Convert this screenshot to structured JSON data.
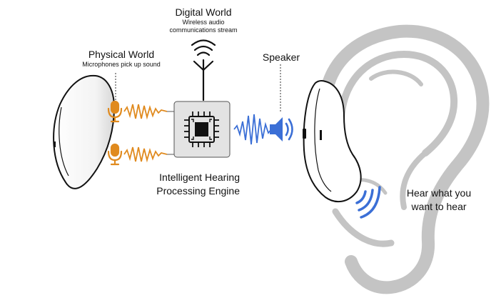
{
  "digital": {
    "title": "Digital World",
    "line1": "Wireless audio",
    "line2": "communications stream"
  },
  "physical": {
    "title": "Physical World",
    "subtitle": "Microphones pick up sound"
  },
  "speaker": {
    "label": "Speaker"
  },
  "engine": {
    "line1": "Intelligent Hearing",
    "line2": "Processing Engine"
  },
  "hear": {
    "line1": "Hear what you",
    "line2": "want to hear"
  },
  "icons": {
    "antenna": "antenna-icon",
    "microphone": "microphone-icon",
    "chip": "processor-chip-icon",
    "speaker": "speaker-icon"
  },
  "colors": {
    "mic": "#e08a1e",
    "wave_blue": "#3b6fd6",
    "ear": "#bdbdbd",
    "chip_bg": "#e3e3e3"
  }
}
